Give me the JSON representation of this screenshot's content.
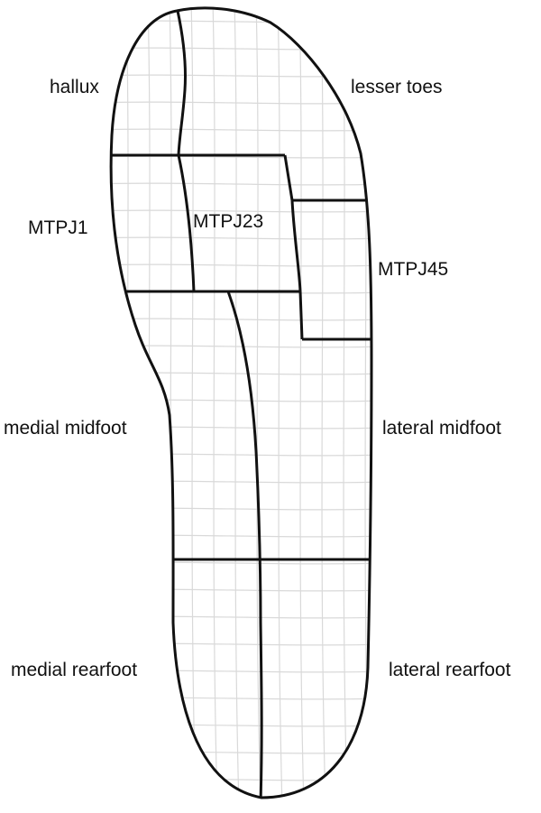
{
  "diagram": {
    "regions": {
      "hallux": "hallux",
      "lesser_toes": "lesser toes",
      "mtpj1": "MTPJ1",
      "mtpj23": "MTPJ23",
      "mtpj45": "MTPJ45",
      "medial_midfoot": "medial midfoot",
      "lateral_midfoot": "lateral midfoot",
      "medial_rearfoot": "medial rearfoot",
      "lateral_rearfoot": "lateral rearfoot"
    },
    "colors": {
      "outline": "#111111",
      "mesh": "#d9d9d9",
      "text": "#111111",
      "background": "#ffffff"
    }
  }
}
